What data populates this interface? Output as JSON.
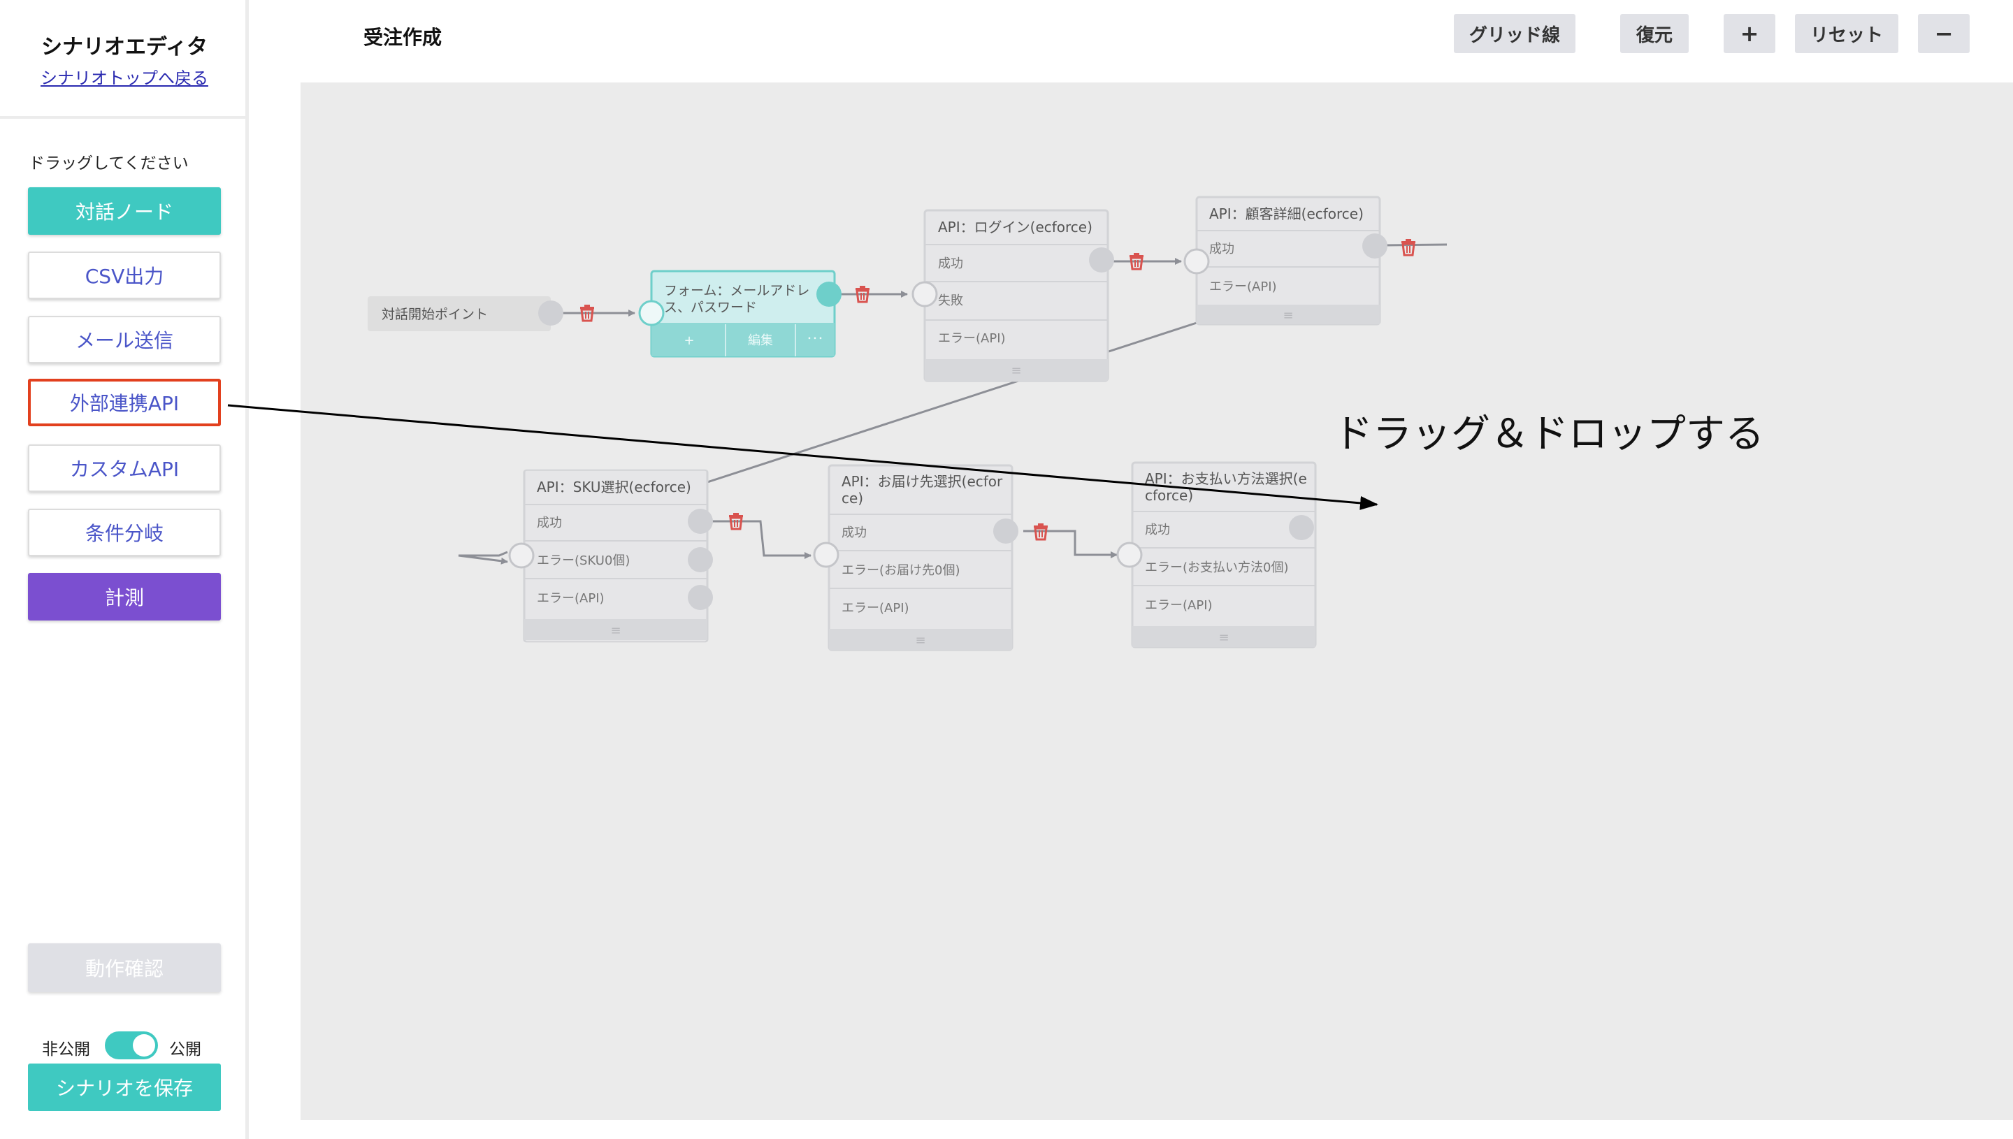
{
  "sidebar": {
    "title": "シナリオエディタ",
    "back_link": "シナリオトップへ戻る",
    "drag_hint": "ドラッグしてください",
    "tools": [
      {
        "label": "対話ノード"
      },
      {
        "label": "CSV出力"
      },
      {
        "label": "メール送信"
      },
      {
        "label": "外部連携API"
      },
      {
        "label": "カスタムAPI"
      },
      {
        "label": "条件分岐"
      },
      {
        "label": "計測"
      }
    ],
    "verify_label": "動作確認",
    "private_label": "非公開",
    "public_label": "公開",
    "is_public": true,
    "save_label": "シナリオを保存"
  },
  "header": {
    "scenario_name": "受注作成",
    "grid_label": "グリッド線",
    "restore_label": "復元",
    "zoom_in_label": "+",
    "reset_label": "リセット",
    "zoom_out_label": "−"
  },
  "canvas": {
    "start_node": {
      "label": "対話開始ポイント"
    },
    "form_node": {
      "title_line1": "フォーム：メールアドレ",
      "title_line2": "ス、パスワード",
      "toolbar_add": "+",
      "toolbar_edit": "編集",
      "toolbar_more": "･･･"
    },
    "login_node": {
      "title": "API：ログイン(ecforce)",
      "outputs": [
        "成功",
        "失敗",
        "エラー(API)"
      ]
    },
    "customer_node": {
      "title": "API：顧客詳細(ecforce)",
      "outputs": [
        "成功",
        "エラー(API)"
      ]
    },
    "sku_node": {
      "title": "API：SKU選択(ecforce)",
      "outputs": [
        "成功",
        "エラー(SKU0個)",
        "エラー(API)"
      ]
    },
    "delivery_node": {
      "title_line1": "API：お届け先選択(ecfor",
      "title_line2": "ce)",
      "outputs": [
        "成功",
        "エラー(お届け先0個)",
        "エラー(API)"
      ]
    },
    "payment_node": {
      "title_line1": "API：お支払い方法選択(e",
      "title_line2": "cforce)",
      "outputs": [
        "成功",
        "エラー(お支払い方法0個)",
        "エラー(API)"
      ]
    },
    "handle_glyph": "≡",
    "annotation": "ドラッグ＆ドロップする"
  },
  "colors": {
    "teal": "#3fc9c1",
    "purple": "#7b4fd0",
    "highlight_red": "#e2401e",
    "trash_red": "#d9534f",
    "link_blue": "#4a55c8"
  },
  "icons": [
    "trash-icon",
    "arrow-icon",
    "handle-icon"
  ]
}
